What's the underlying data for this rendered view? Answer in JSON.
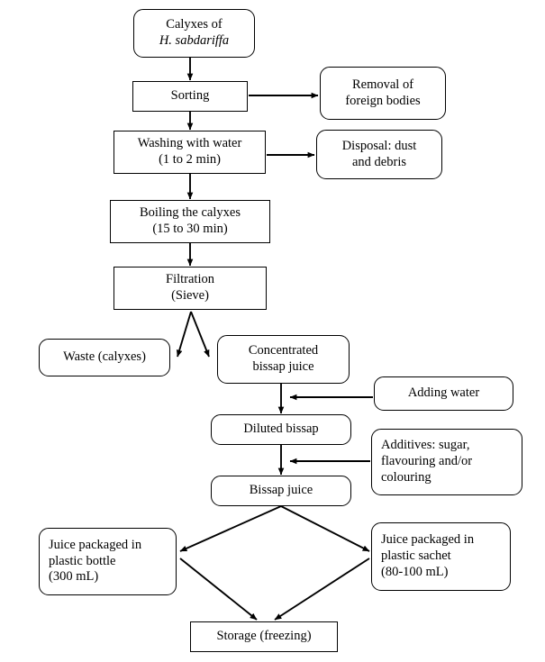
{
  "diagram": {
    "title": "Bissap juice production flowchart",
    "type": "process-flowchart",
    "stroke_color": "#000000",
    "fill_color": "#ffffff",
    "nodes": {
      "calyxes": {
        "line1": "Calyxes of",
        "line2": "H. sabdariffa",
        "shape": "rounded"
      },
      "sorting": {
        "line1": "Sorting",
        "line2": "",
        "shape": "sharp"
      },
      "removal": {
        "line1": "Removal of",
        "line2": "foreign bodies",
        "shape": "rounded"
      },
      "washing": {
        "line1": "Washing with water",
        "line2": "(1 to 2 min)",
        "shape": "sharp"
      },
      "disposal": {
        "line1": "Disposal: dust",
        "line2": "and debris",
        "shape": "rounded"
      },
      "boiling": {
        "line1": "Boiling the calyxes",
        "line2": "(15 to 30 min)",
        "shape": "sharp"
      },
      "filtration": {
        "line1": "Filtration",
        "line2": "(Sieve)",
        "shape": "sharp"
      },
      "waste": {
        "line1": "Waste (calyxes)",
        "line2": "",
        "shape": "rounded"
      },
      "concentrated": {
        "line1": "Concentrated",
        "line2": "bissap juice",
        "shape": "rounded"
      },
      "adding_water": {
        "line1": "Adding water",
        "line2": "",
        "shape": "rounded"
      },
      "diluted": {
        "line1": "Diluted bissap",
        "line2": "",
        "shape": "rounded"
      },
      "additives": {
        "line1": "Additives: sugar,",
        "line2": "flavouring and/or",
        "line3": "colouring",
        "shape": "rounded"
      },
      "bissap_juice": {
        "line1": "Bissap juice",
        "line2": "",
        "shape": "rounded"
      },
      "pack_bottle": {
        "line1": "Juice packaged in",
        "line2": "plastic bottle",
        "line3": "(300 mL)",
        "shape": "rounded"
      },
      "pack_sachet": {
        "line1": "Juice packaged in",
        "line2": "plastic sachet",
        "line3": "(80-100 mL)",
        "shape": "rounded"
      },
      "storage": {
        "line1": "Storage (freezing)",
        "line2": "",
        "shape": "sharp"
      }
    }
  }
}
